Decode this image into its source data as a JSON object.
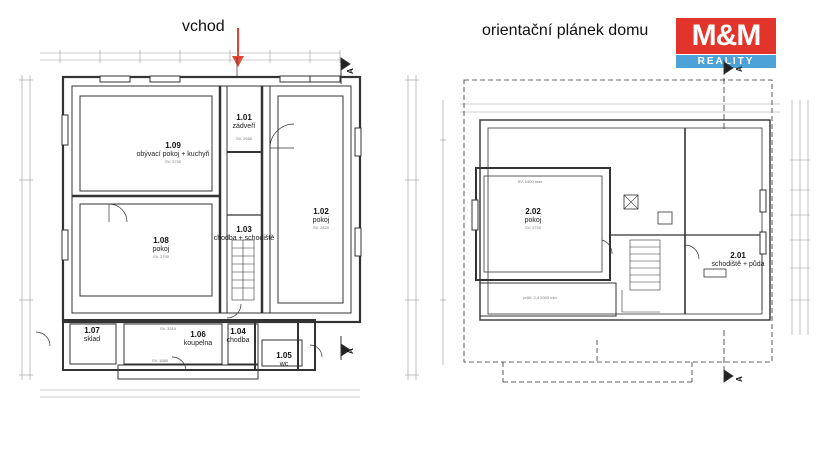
{
  "headings": {
    "entrance": "vchod",
    "plan_title": "orientační plánek domu"
  },
  "logo": {
    "main": "M&M",
    "sub": "REALITY",
    "colors": {
      "main": "#e2342a",
      "sub": "#4da3d8"
    }
  },
  "section_marker": "A",
  "ground_floor": {
    "rooms": [
      {
        "num": "1.09",
        "name": "obývací pokoj + kuchyň",
        "area": "SV. 2700"
      },
      {
        "num": "1.01",
        "name": "zádveří",
        "area": "SV. 2650"
      },
      {
        "num": "1.02",
        "name": "pokoj",
        "area": "SV. 2820"
      },
      {
        "num": "1.08",
        "name": "pokoj",
        "area": "SV. 2700"
      },
      {
        "num": "1.03",
        "name": "chodba + schodiště",
        "area": ""
      },
      {
        "num": "1.07",
        "name": "sklad",
        "area": ""
      },
      {
        "num": "1.06",
        "name": "koupelna",
        "area": "SV. 3310"
      },
      {
        "num": "1.04",
        "name": "chodba",
        "area": ""
      },
      {
        "num": "1.05",
        "name": "wc",
        "area": "SV. 1880"
      }
    ]
  },
  "upper_floor": {
    "rooms": [
      {
        "num": "2.02",
        "name": "pokoj",
        "area": "SV. 2700"
      },
      {
        "num": "2.01",
        "name": "schodiště + půda",
        "area": ""
      }
    ],
    "annotations": [
      "SV. 1400 max",
      "průh. 2,4 2000 min"
    ]
  }
}
